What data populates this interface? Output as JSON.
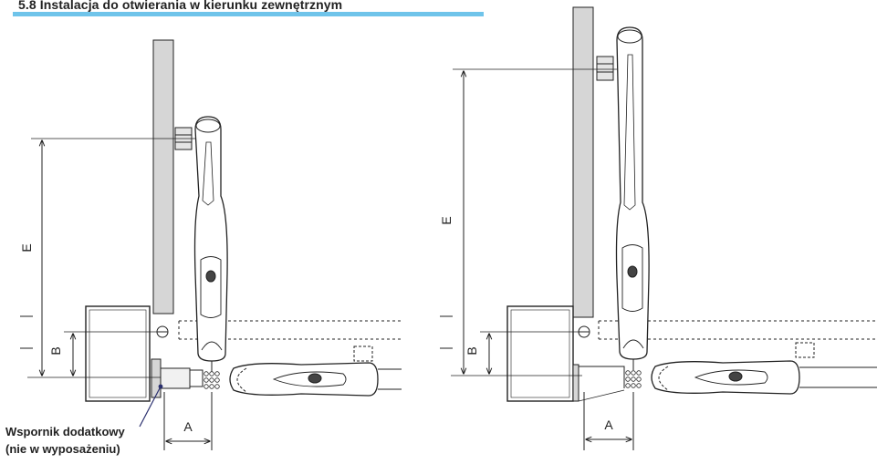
{
  "title": "5.8 Instalacja do otwierania w kierunku zewnętrznym",
  "colors": {
    "accent_bar": "#6fc4ea",
    "line": "#222222",
    "fill_grey": "#d6d6d6",
    "pointer": "#2a2f6e"
  },
  "left_figure": {
    "label_e": "E",
    "label_b": "B",
    "label_a": "A"
  },
  "right_figure": {
    "label_e": "E",
    "label_b": "B",
    "label_a": "A"
  },
  "callout": {
    "line1": "Wspornik dodatkowy",
    "line2": "(nie w wyposażeniu)"
  }
}
